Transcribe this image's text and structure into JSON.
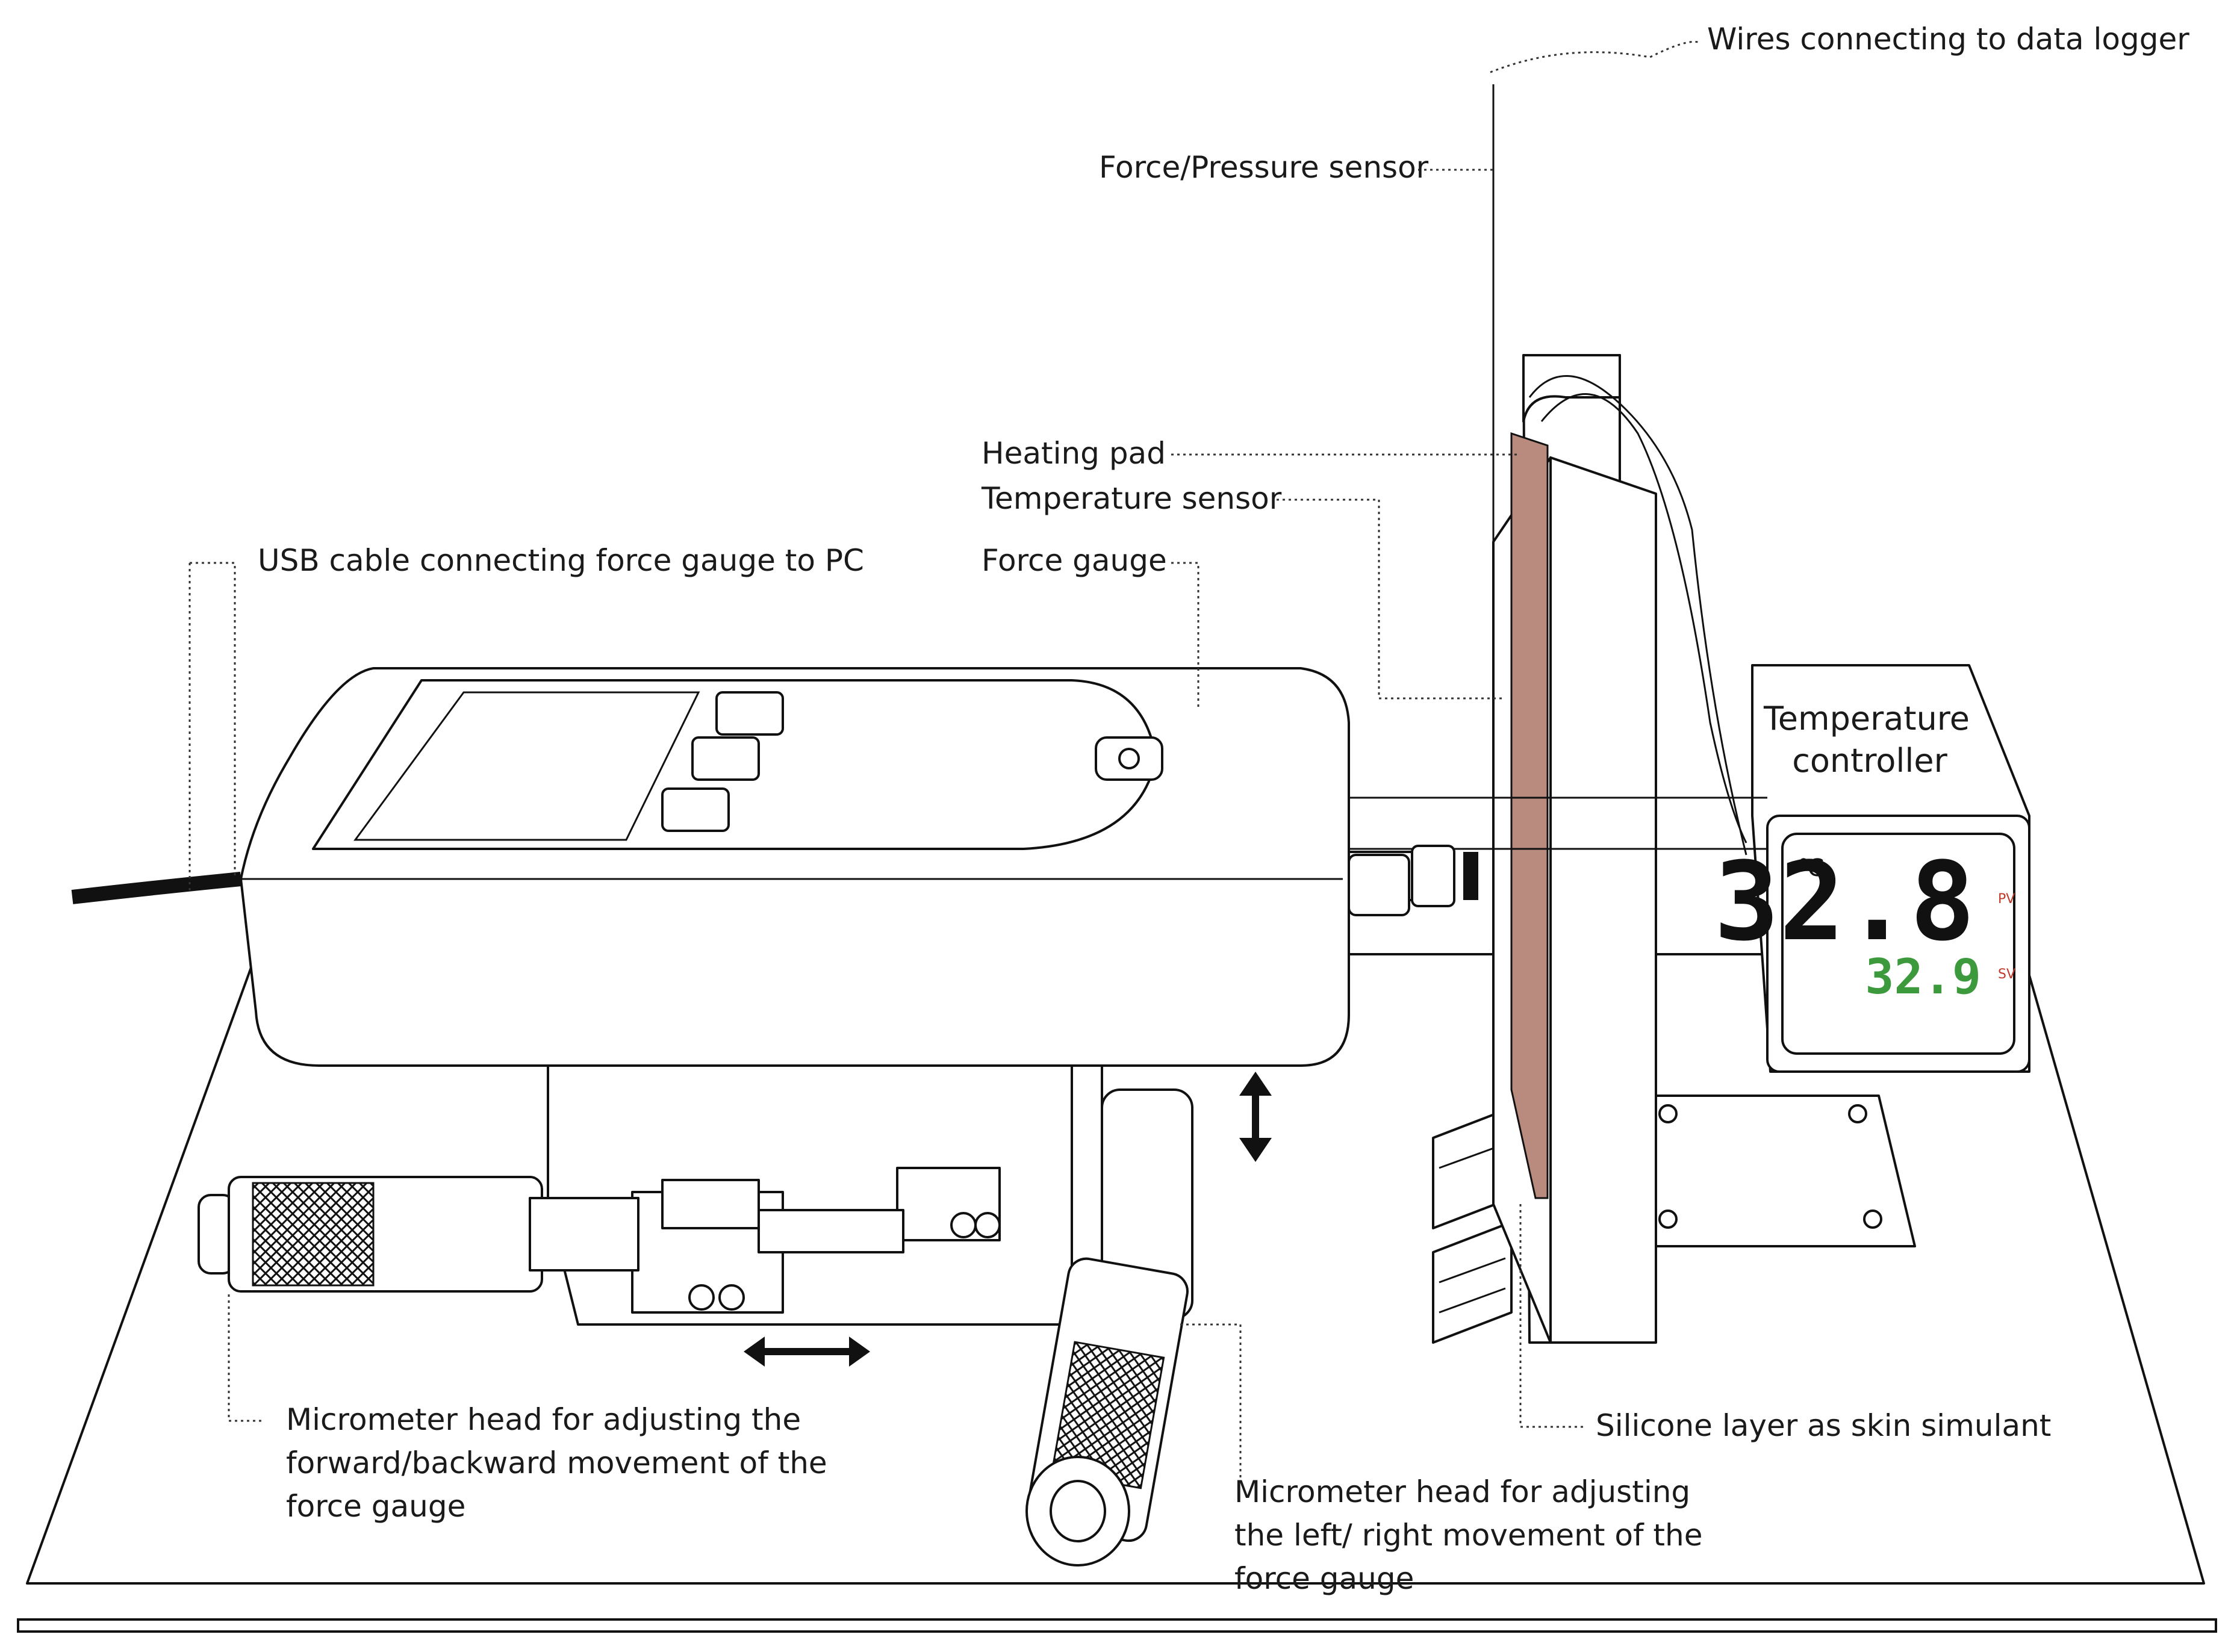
{
  "labels": {
    "wires": "Wires connecting to data logger",
    "force_pressure_sensor": "Force/Pressure sensor",
    "heating_pad": "Heating pad",
    "temperature_sensor": "Temperature sensor",
    "force_gauge": "Force gauge",
    "usb_cable": "USB cable connecting force gauge to PC",
    "temperature_controller_line1": "Temperature",
    "temperature_controller_line2": "controller",
    "silicone_layer": "Silicone layer as skin simulant",
    "micrometer_fb_line1": "Micrometer head for adjusting the",
    "micrometer_fb_line2": "forward/backward movement of the",
    "micrometer_fb_line3": "force gauge",
    "micrometer_lr_line1": "Micrometer head for adjusting",
    "micrometer_lr_line2": "the left/ right movement of the",
    "micrometer_lr_line3": "force gauge"
  },
  "controller_display": {
    "unit": "℃",
    "pv_value": "32.8",
    "sv_value": "32.9",
    "pv_tag": "PV",
    "sv_tag": "SV"
  },
  "colors": {
    "heating_pad": "#b98a7e",
    "pv_digits": "#111111",
    "sv_digits": "#3c9a3c",
    "tag_red": "#c0392b"
  },
  "icons": {
    "vertical_arrow": "double-vertical-arrow-icon",
    "horizontal_arrow": "double-horizontal-arrow-icon"
  }
}
